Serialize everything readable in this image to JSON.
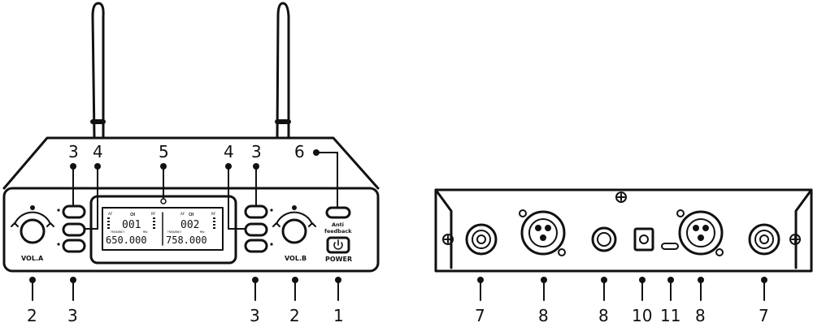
{
  "colors": {
    "ink": "#111111",
    "paper": "#ffffff"
  },
  "front": {
    "vol_a": "VOL.A",
    "vol_b": "VOL.B",
    "anti_line1": "Anti",
    "anti_line2": "feedback",
    "power": "POWER",
    "lcd": {
      "ch_a": "CH",
      "ch_b": "CH",
      "channel_a": "001",
      "channel_b": "002",
      "freq_label_a": "FREQUENCY",
      "freq_label_b": "FREQUENCY",
      "mhz_a": "MHz",
      "mhz_b": "MHz",
      "freq_a": "650.000",
      "freq_b": "758.000",
      "af_a": "AF",
      "rf_a": "RF",
      "af_b": "AF",
      "rf_b": "RF"
    },
    "callouts_top": [
      "3",
      "4",
      "5",
      "4",
      "3",
      "6"
    ],
    "callouts_bottom": [
      "2",
      "3",
      "3",
      "2",
      "1"
    ]
  },
  "rear": {
    "callouts_bottom": [
      "7",
      "8",
      "8",
      "10",
      "11",
      "8",
      "7"
    ]
  }
}
